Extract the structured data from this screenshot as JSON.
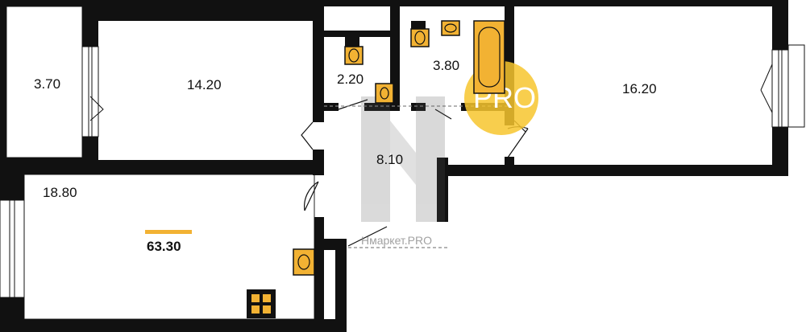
{
  "plan": {
    "rooms": [
      {
        "id": "balcony",
        "area": "3.70"
      },
      {
        "id": "bedroom",
        "area": "14.20"
      },
      {
        "id": "toilet",
        "area": "2.20"
      },
      {
        "id": "bathroom",
        "area": "3.80"
      },
      {
        "id": "living-room",
        "area": "16.20"
      },
      {
        "id": "hallway",
        "area": "8.10"
      },
      {
        "id": "kitchen",
        "area": "18.80"
      }
    ],
    "total_area": "63.30"
  },
  "watermark": {
    "brand_text": "Нмаркет.PRO",
    "badge_text": "PRO"
  },
  "colors": {
    "wall": "#111111",
    "fixture": "#f2b233",
    "badge": "#f7c62e",
    "watermark": "#9a9a9a"
  },
  "icons": [
    "toilet-icon",
    "sink-icon",
    "bathtub-icon",
    "stove-icon"
  ]
}
